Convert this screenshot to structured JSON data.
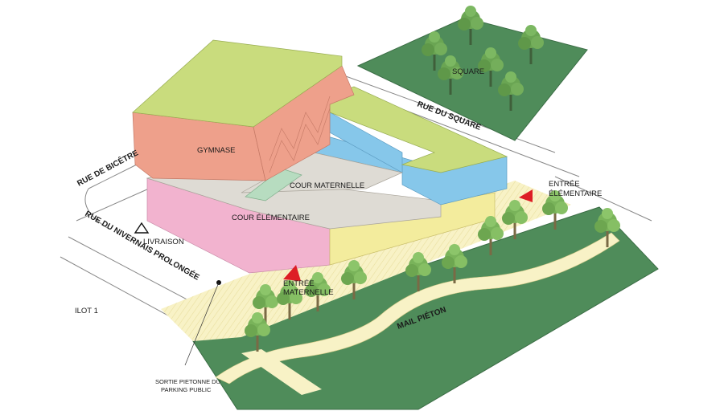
{
  "labels": {
    "square": "SQUARE",
    "rue_du_square": "RUE DU SQUARE",
    "rue_de_bicetre": "RUE DE BICÊTRE",
    "rue_du_nivernais": "RUE DU NIVERNAIS PROLONGÉE",
    "gymnase": "GYMNASE",
    "cour_maternelle": "COUR MATERNELLE",
    "cour_elementaire": "COUR ÉLÉMENTAIRE",
    "livraison": "LIVRAISON",
    "entree_elementaire_1": "ENTRÉE",
    "entree_elementaire_2": "ÉLÉMENTAIRE",
    "entree_maternelle_1": "ENTRÉE",
    "entree_maternelle_2": "MATERNELLE",
    "mail_pieton": "MAIL PIÉTON",
    "ilot": "ILOT 1",
    "sortie_1": "SORTIE PIETONNE DU",
    "sortie_2": "PARKING PUBLIC"
  },
  "colors": {
    "green_roof": "#c9dc7d",
    "gymnase": "#eea08b",
    "pink": "#f2b3cf",
    "yellow": "#f3ec9d",
    "blue": "#86c7ea",
    "grey_court": "#dedbd4",
    "mint": "#b7dcc0",
    "park_green": "#4f8c5a",
    "tree": "#79b35a",
    "path": "#f8f2c6",
    "entrance_red": "#dd1e25"
  }
}
